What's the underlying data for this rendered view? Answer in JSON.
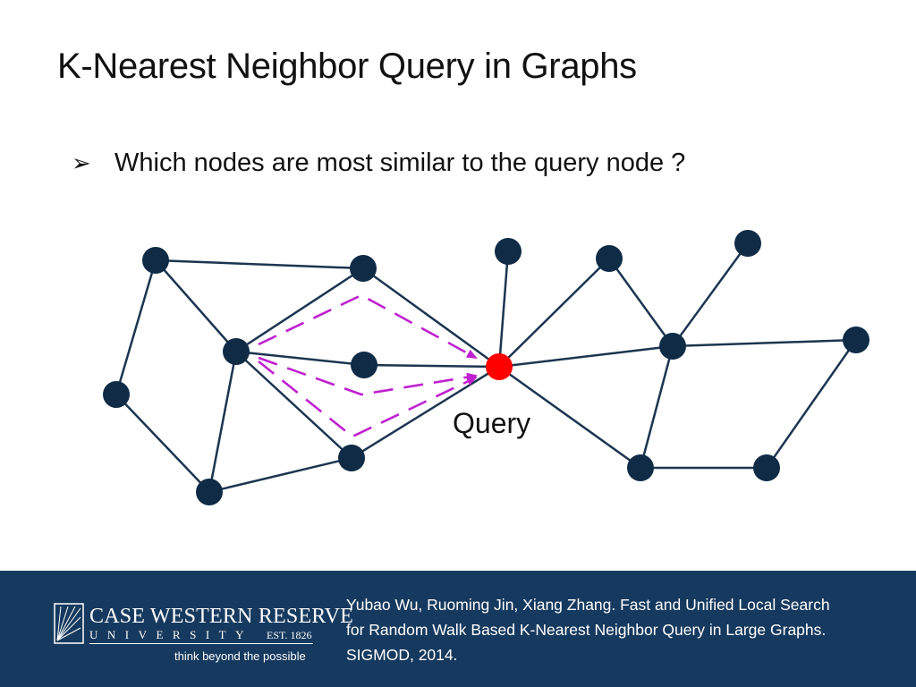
{
  "slide": {
    "title": "K-Nearest Neighbor Query in Graphs",
    "bullet": {
      "marker": "➢",
      "text": "Which nodes are most similar to the query node ?"
    }
  },
  "diagram": {
    "query_label": "Query",
    "colors": {
      "node": "#0f2b46",
      "edge": "#1c3550",
      "query_node": "#ff0000",
      "path": "#c020d0"
    }
  },
  "footer": {
    "background": "#163a5f",
    "logo": {
      "line1": "CASE WESTERN RESERVE",
      "line2": "UNIVERSITY",
      "est": "EST. 1826",
      "tagline": "think beyond the possible"
    },
    "citation": {
      "line1": "Yubao Wu, Ruoming Jin, Xiang Zhang. Fast and Unified Local Search",
      "line2": "for Random Walk Based K-Nearest Neighbor Query in Large Graphs.",
      "line3": "SIGMOD, 2014."
    }
  }
}
